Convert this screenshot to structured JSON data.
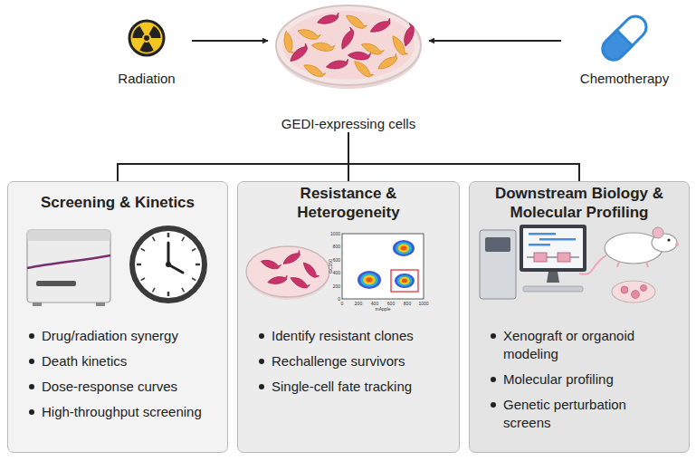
{
  "diagram": {
    "nodes": [
      {
        "text": [
          "Radiation"
        ]
      },
      {
        "text": [
          "GEDI-expressing cells"
        ]
      },
      {
        "text": [
          "Chemotherapy"
        ]
      },
      {
        "text": [
          "Screening & Kinetics",
          "Drug/radiation synergy",
          "Death kinetics",
          "Dose-response curves",
          "High-throughput screening"
        ]
      },
      {
        "text": [
          "Resistance & Heterogeneity",
          "Identify resistant clones",
          "Rechallenge survivors",
          "Single-cell fate tracking"
        ]
      },
      {
        "text": [
          "Downstream Biology & Molecular Profiling",
          "Xenograft or organoid modeling",
          "Molecular profiling",
          "Genetic perturbation screens"
        ]
      }
    ],
    "edges": [
      {
        "from": 0,
        "to": 1,
        "arrow": "to"
      },
      {
        "from": 2,
        "to": 1,
        "arrow": "to"
      },
      {
        "from": 1,
        "to": 3,
        "arrow": "none"
      },
      {
        "from": 1,
        "to": 4,
        "arrow": "none"
      },
      {
        "from": 1,
        "to": 5,
        "arrow": "none"
      }
    ],
    "labels": [
      "1000",
      "800",
      "600",
      "400",
      "200",
      "0",
      "0",
      "200",
      "400",
      "600",
      "800",
      "1000",
      "GC150",
      "mApple"
    ]
  }
}
